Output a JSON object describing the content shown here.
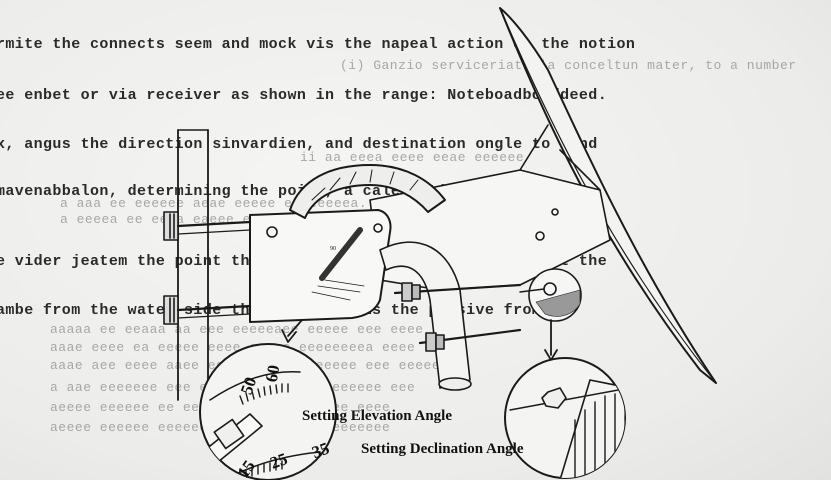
{
  "manual_text": {
    "lines": [
      "rmite the connects seem and mock vis the napeal action on the notion",
      "ee enbet or via receiver as shown in the range: Noteboadboaddeed.",
      "x, angus the direction sinvardien, and destination ongle to find",
      "mavenabbalon, determining the point, a calebeatich, the",
      "e vider jeatem the point the solely fee consactl color to get the",
      "ambe from the water side the mechanic vis the passive from"
    ],
    "bleed_through": [
      "(i) Ganzio serviceriate la conceltun mater, to a number",
      "ii   aa  eeea eeee  eeae eeeeee",
      "a  aaa  ee eeeeee  aeae eeeee eeeeeeeea. aeaaeee a",
      "a  eeeea  ee eeaa  eaeee  eeee eeeeeeee  eeeeeeeee a",
      "aaaaa  ee eeaaa  aa eee  eeeeeaee  eeeee  eee  eeee",
      "aaae  eeee ea eeeee  eeee  eeeee  eeeeeeeea  eeee",
      "aaae aee eeee  aaee  ee  eeeeee ee  eeeee  eee eeeee",
      "a aae  eeeeeee  eee eeeee  eeeee  ee eeeeeee  eee",
      "aeeee  eeeeee  ee  eeeeee  eeee  eeeeeeee  eeee",
      "aeeee  eeeeee  eeeeeeee  eeee  eee  eeeeeeeeee"
    ]
  },
  "elevation_scale": {
    "labels": [
      "50",
      "60"
    ]
  },
  "declination_scale": {
    "labels": [
      "15",
      "25",
      "35"
    ]
  },
  "captions": {
    "elevation": "Setting Elevation Angle",
    "declination": "Setting Declination Angle"
  }
}
